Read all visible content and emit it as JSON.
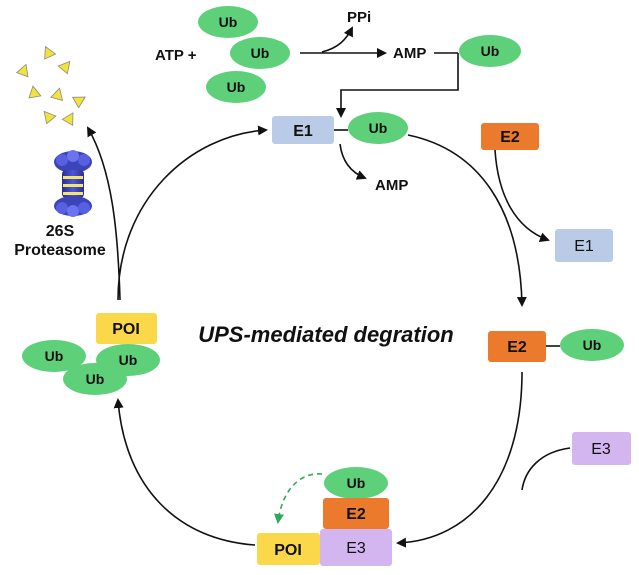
{
  "colors": {
    "ub": "#5fd07a",
    "e1": "#b9cbe6",
    "e2": "#ec7a2c",
    "e3": "#d3b6ef",
    "poi": "#fad84a",
    "title": "#e0201a",
    "proteasome_label": "#e0201a",
    "dashed_arrow": "#2fa85a",
    "peptide": "#f2e33a"
  },
  "top": {
    "atp_plus": "ATP +",
    "ppi": "PPi",
    "amp_top": "AMP",
    "amp_side": "AMP"
  },
  "ub_label": "Ub",
  "boxes": {
    "e1_main": "E1",
    "e2_right": "E2",
    "e1_right": "E1",
    "e2_mid": "E2",
    "e3_right": "E3",
    "e2_bottom": "E2",
    "e3_bottom": "E3",
    "poi_bottom": "POI",
    "poi_left": "POI"
  },
  "title": "UPS-mediated degration",
  "proteasome": {
    "line1": "26S",
    "line2": "Proteasome",
    "icon": "proteasome-icon"
  }
}
